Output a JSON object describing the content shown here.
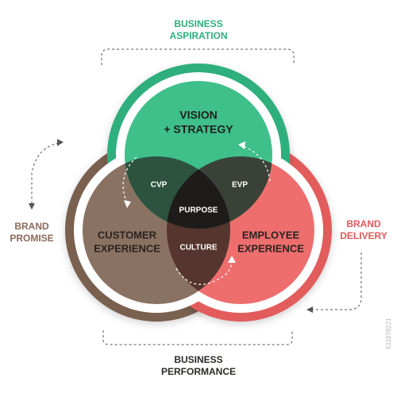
{
  "outer": {
    "business_aspiration": [
      "BUSINESS",
      "ASPIRATION"
    ],
    "brand_promise": [
      "BRAND",
      "PROMISE"
    ],
    "brand_delivery": [
      "BRAND",
      "DELIVERY"
    ],
    "business_performance": [
      "BUSINESS",
      "PERFORMANCE"
    ]
  },
  "circles": {
    "top": [
      "VISION",
      "+ STRATEGY"
    ],
    "left": [
      "CUSTOMER",
      "EXPERIENCE"
    ],
    "right": [
      "EMPLOYEE",
      "EXPERIENCE"
    ]
  },
  "overlaps": {
    "cvp": "CVP",
    "evp": "EVP",
    "purpose": "PURPOSE",
    "culture": "CULTURE"
  },
  "watermark": "511678221",
  "colors": {
    "green": "#2eaf7d",
    "green_light": "#3fbf8a",
    "brown": "#7a6150",
    "brown_light": "#8a7262",
    "red": "#e25b5b",
    "red_light": "#ee6e6e",
    "dark": "#2d2a26",
    "green_text": "#2eaf7d",
    "brown_text": "#8a6a5a",
    "red_text": "#e05a5a"
  }
}
